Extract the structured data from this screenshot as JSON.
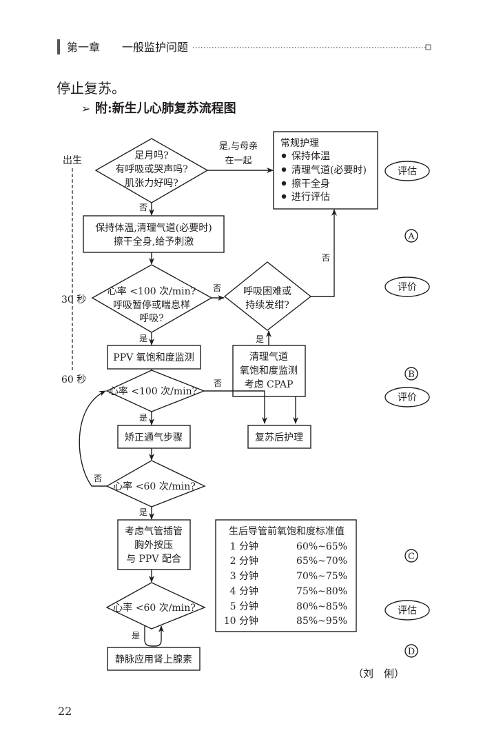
{
  "header": {
    "chapter": "第一章",
    "title": "一般监护问题"
  },
  "body": {
    "paragraph_end": "停止复苏。",
    "appendix_bullet": "➢",
    "appendix_title": "附:新生儿心肺复苏流程图"
  },
  "timeline": {
    "birth": "出生",
    "t30": "30 秒",
    "t60": "60 秒"
  },
  "flowchart": {
    "d1": [
      "足月吗?",
      "有呼吸或哭声吗?",
      "肌张力好吗?"
    ],
    "yes_with_mother": [
      "是,与母亲",
      "在一起"
    ],
    "routine_care": {
      "title": "常规护理",
      "items": [
        "保持体温",
        "清理气道(必要时)",
        "擦干全身",
        "进行评估"
      ]
    },
    "box2": [
      "保持体温,清理气道(必要时)",
      "擦干全身,给予刺激"
    ],
    "d2": [
      "心率 <100 次/min?",
      "呼吸暂停或喘息样",
      "呼吸?"
    ],
    "d3": [
      "呼吸困难或",
      "持续发绀?"
    ],
    "ppv": "PPV 氧饱和度监测",
    "clear": [
      "清理气道",
      "氧饱和度监测",
      "考虑 CPAP"
    ],
    "d4": "心率 <100 次/min?",
    "post_care": "复苏后护理",
    "correct": "矫正通气步骤",
    "d5": "心率 <60 次/min?",
    "intubate": [
      "考虑气管插管",
      "胸外按压",
      "与 PPV 配合"
    ],
    "d6": "心率 <60 次/min?",
    "epi": "静脉应用肾上腺素",
    "yes": "是",
    "no": "否"
  },
  "side": {
    "assess": "评估",
    "evaluate": "评价",
    "A": "A",
    "B": "B",
    "C": "C",
    "D": "D"
  },
  "table": {
    "title": "生后导管前氧饱和度标准值",
    "rows": [
      {
        "time": "1 分钟",
        "value": "60%~65%"
      },
      {
        "time": "2 分钟",
        "value": "65%~70%"
      },
      {
        "time": "3 分钟",
        "value": "70%~75%"
      },
      {
        "time": "4 分钟",
        "value": "75%~80%"
      },
      {
        "time": "5 分钟",
        "value": "80%~85%"
      },
      {
        "time": "10 分钟",
        "value": "85%~95%"
      }
    ]
  },
  "author": "（刘　俐）",
  "page_number": "22"
}
